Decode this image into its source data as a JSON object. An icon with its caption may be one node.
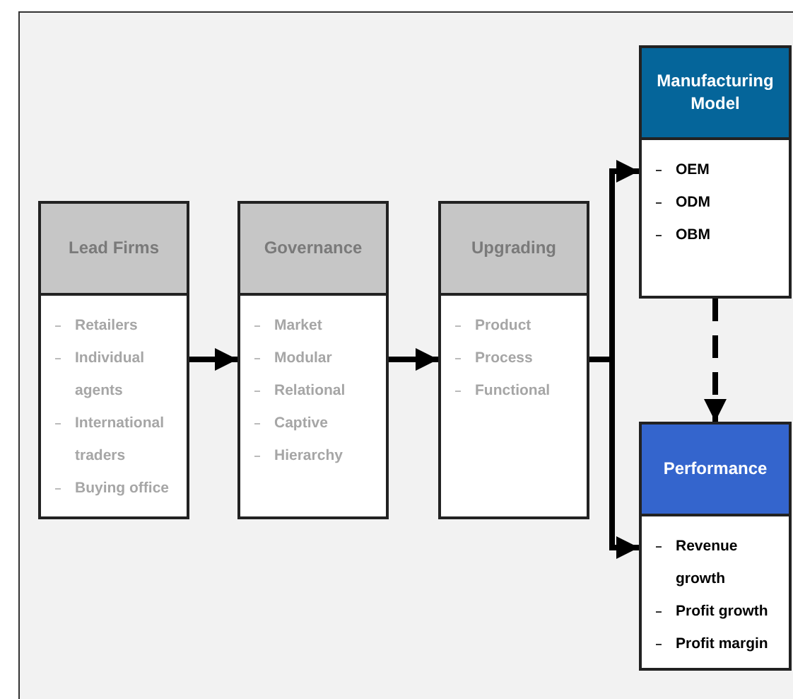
{
  "diagram": {
    "nodes": [
      {
        "text": [
          "Lead Firms",
          "Retailers",
          "Individual agents",
          "International traders",
          "Buying office"
        ]
      },
      {
        "text": [
          "Governance",
          "Market",
          "Modular",
          "Relational",
          "Captive",
          "Hierarchy"
        ]
      },
      {
        "text": [
          "Upgrading",
          "Product",
          "Process",
          "Functional"
        ]
      },
      {
        "text": [
          "Manufacturing Model",
          "OEM",
          "ODM",
          "OBM"
        ]
      },
      {
        "text": [
          "Performance",
          "Revenue growth",
          "Profit growth",
          "Profit margin"
        ]
      }
    ],
    "edges": [
      {
        "from": 0,
        "to": 1,
        "arrow": "to"
      },
      {
        "from": 1,
        "to": 2,
        "arrow": "to"
      },
      {
        "from": 2,
        "to": 3,
        "arrow": "to"
      },
      {
        "from": 2,
        "to": 4,
        "arrow": "to"
      },
      {
        "from": 3,
        "to": 4,
        "arrow": "to",
        "style": "dashed"
      }
    ]
  }
}
